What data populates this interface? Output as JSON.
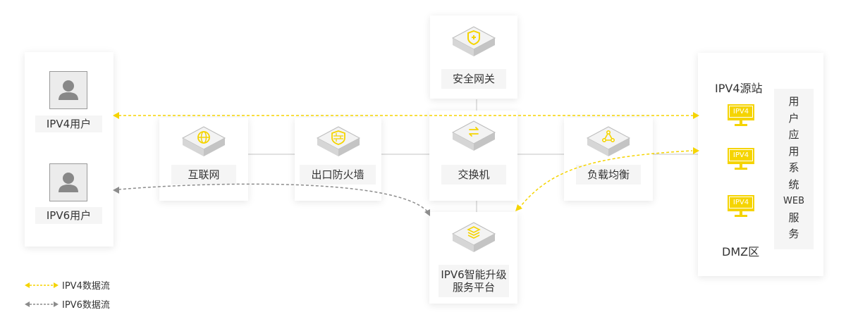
{
  "nodes": {
    "security_gateway": "安全网关",
    "internet": "互联网",
    "firewall": "出口防火墙",
    "switch": "交换机",
    "load_balancer": "负载均衡",
    "ipv6_platform_line1": "IPV6智能升级",
    "ipv6_platform_line2": "服务平台"
  },
  "users": {
    "ipv4_user": "IPV4用户",
    "ipv6_user": "IPV6用户"
  },
  "dmz": {
    "origin_title": "IPV4源站",
    "monitor_label": "IPV4",
    "zone_label": "DMZ区",
    "app_vertical": [
      "用",
      "户",
      "应",
      "用",
      "系",
      "统",
      "WEB",
      "服",
      "务"
    ]
  },
  "legend": {
    "ipv4_flow": "IPV4数据流",
    "ipv6_flow": "IPV6数据流"
  },
  "colors": {
    "ipv4": "#f5d400",
    "ipv6": "#8c8c8c",
    "icon": "#f5d400"
  }
}
